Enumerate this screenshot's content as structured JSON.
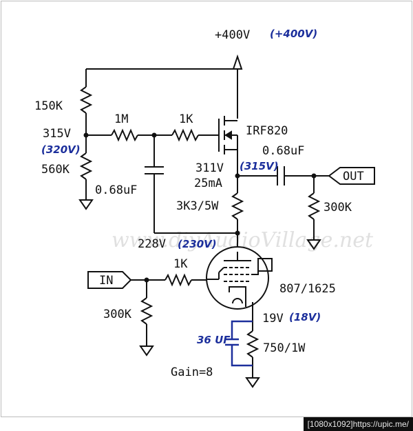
{
  "schematic": {
    "supply_label": "+400V",
    "supply_note": "(+400V)",
    "r_top_label": "150K",
    "divider_voltage": "315V",
    "divider_note": "(320V)",
    "r_bottom_label": "560K",
    "r_1m_label": "1M",
    "r_1k_gate_label": "1K",
    "mosfet_label": "IRF820",
    "cap_out_label": "0.68uF",
    "source_voltage": "311V",
    "source_current": "25mA",
    "source_note": "(315V)",
    "out_label": "OUT",
    "r_out_label": "300K",
    "cap_bypass_label": "0.68uF",
    "r_load_label": "3K3/5W",
    "plate_voltage": "228V",
    "plate_note": "(230V)",
    "r_grid_label": "1K",
    "in_label": "IN",
    "r_in_label": "300K",
    "tube_label": "807/1625",
    "cathode_voltage": "19V",
    "cathode_note": "(18V)",
    "cathode_cap_note": "36 UF",
    "r_cathode_label": "750/1W",
    "gain_label": "Gain=8"
  },
  "watermark": "www.diyAudioVillage.net",
  "footer": "[1080x1092]https://upic.me/"
}
